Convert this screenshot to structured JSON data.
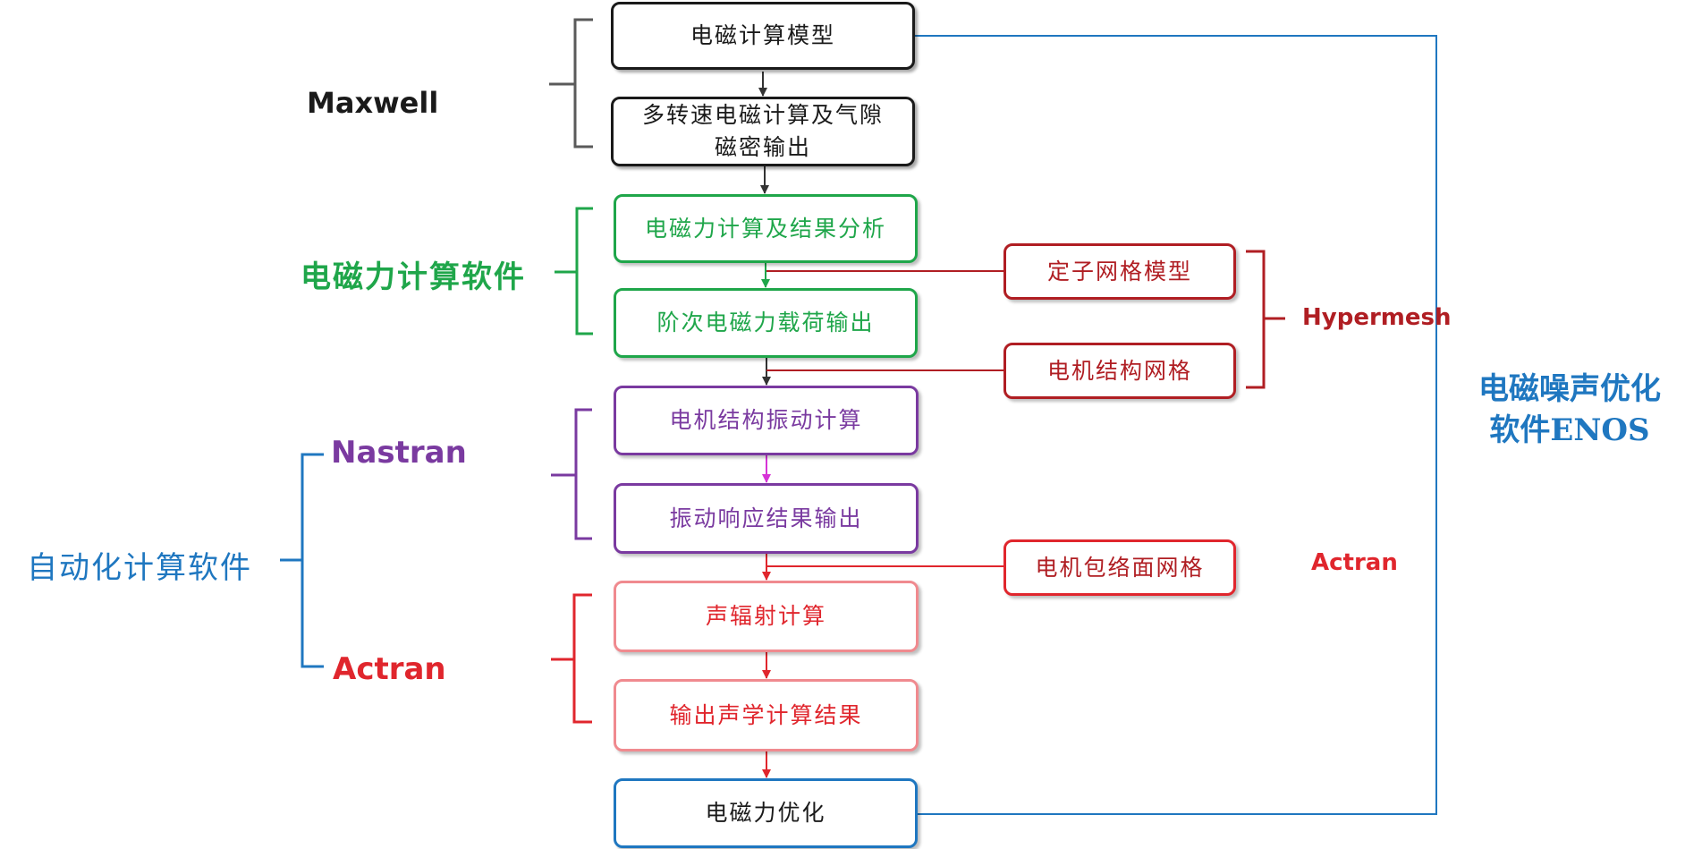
{
  "boxes": {
    "em_model": "电磁计算模型",
    "multi_speed_line1": "多转速电磁计算及气隙",
    "multi_speed_line2": "磁密输出",
    "em_force_calc": "电磁力计算及结果分析",
    "order_em_load": "阶次电磁力载荷输出",
    "stator_mesh": "定子网格模型",
    "motor_struct_mesh": "电机结构网格",
    "motor_vibration": "电机结构振动计算",
    "vibration_response": "振动响应结果输出",
    "motor_envelope_mesh": "电机包络面网格",
    "sound_radiation": "声辐射计算",
    "acoustic_output": "输出声学计算结果",
    "em_optimization": "电磁力优化"
  },
  "labels": {
    "maxwell": "Maxwell",
    "em_force_software": "电磁力计算软件",
    "hypermesh": "Hypermesh",
    "nastran": "Nastran",
    "auto_software": "自动化计算软件",
    "actran_left": "Actran",
    "actran_right": "Actran",
    "enos_line1": "电磁噪声优化",
    "enos_line2": "软件ENOS"
  },
  "colors": {
    "black": "#1a1a1a",
    "gray": "#5a5a5a",
    "green": "#1fa64a",
    "purple": "#7a3aa0",
    "magenta": "#d633d6",
    "red": "#e0262d",
    "dark_red": "#b01e23",
    "blue": "#1f77c0"
  }
}
